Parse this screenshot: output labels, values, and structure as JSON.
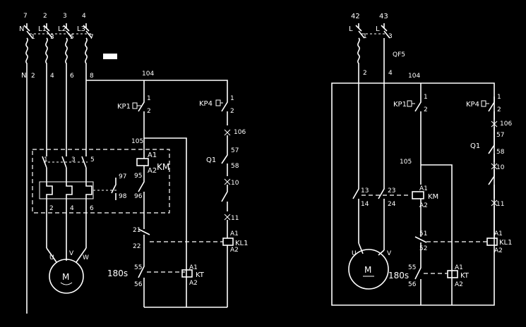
{
  "left": {
    "top_numbers": [
      "7",
      "2",
      "3",
      "4"
    ],
    "top_phases": [
      "N",
      "L1",
      "L2",
      "L3"
    ],
    "terminals_upper": [
      "1",
      "3",
      "5",
      "7"
    ],
    "terminals_lower": [
      "2",
      "4",
      "6",
      "8"
    ],
    "node_104": "104",
    "node_105": "105",
    "node_106": "106",
    "kp1": "KP1",
    "kp4": "KP4",
    "kp_1": "1",
    "kp_2": "2",
    "q1": "Q1",
    "n57": "57",
    "n58": "58",
    "n10": "10",
    "n11": "11",
    "km": "KM",
    "a1": "A1",
    "a2": "A2",
    "n95": "95",
    "n96": "96",
    "n97": "97",
    "n98": "98",
    "km_main_top": [
      "1",
      "3",
      "5"
    ],
    "km_main_bottom": [
      "2",
      "4",
      "6"
    ],
    "n21": "21",
    "n22": "22",
    "kl1": "KL1",
    "n55": "55",
    "n56": "56",
    "kt": "KT",
    "time": "180s",
    "motor_uvw": [
      "U",
      "V",
      "W"
    ],
    "motor": "M"
  },
  "right": {
    "top_numbers": [
      "42",
      "43"
    ],
    "top_phases": [
      "L",
      "L"
    ],
    "term_1": "1",
    "term_2": "2",
    "term_3": "3",
    "term_4": "4",
    "qf5": "QF5",
    "node_104": "104",
    "node_105": "105",
    "node_106": "106",
    "kp1": "KP1",
    "kp4": "KP4",
    "kp_1": "1",
    "kp_2": "2",
    "q1": "Q1",
    "n57": "57",
    "n58": "58",
    "n10": "10",
    "n11": "11",
    "n13": "13",
    "n14": "14",
    "n23": "23",
    "n24": "24",
    "km": "KM",
    "a1": "A1",
    "a2": "A2",
    "n51": "51",
    "n52": "52",
    "kl1": "KL1",
    "n55": "55",
    "n56": "56",
    "kt": "KT",
    "time": "180s",
    "motor_uv": [
      "U",
      "V"
    ],
    "motor": "M"
  }
}
